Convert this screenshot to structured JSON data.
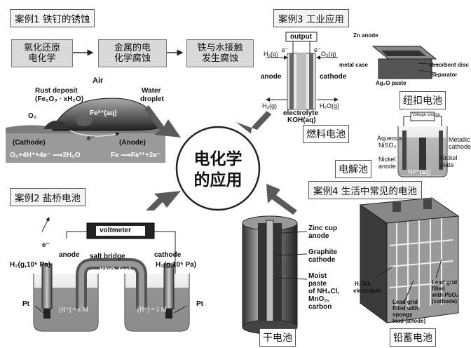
{
  "center": {
    "line1": "电化学",
    "line2": "的应用"
  },
  "case1": {
    "title": "案例1 铁钉的锈蚀",
    "flow": [
      "氧化还原\n电化学",
      "金属的电\n化学腐蚀",
      "铁与水接触\n发生腐蚀"
    ],
    "labels": {
      "air": "Air",
      "rust": "Rust deposit",
      "rust_formula": "(Fe₂O₃ · xH₂O)",
      "water": "Water",
      "droplet": "droplet",
      "fe_ion": "Fe²⁺(aq)",
      "o2": "O₂",
      "electron": "e⁻",
      "cathode": "(Cathode)",
      "anode": "(Anode)",
      "eq_left": "O₂+4H⁺+4e⁻ ⟶2H₂O",
      "eq_right": "Fe ⟶Fe²⁺+2e⁻"
    }
  },
  "case2": {
    "title": "案例2 盐桥电池",
    "labels": {
      "voltmeter": "voltmeter",
      "electron": "e⁻",
      "anode": "anode",
      "cathode": "cathode",
      "salt_bridge": "salt bridge",
      "kno3": "KNO₃(aq)",
      "h2_left": "H₂(g,10⁵ Pa)",
      "h2_right": "H₂(g,10⁵ Pa)",
      "pt_left": "Pt",
      "pt_right": "Pt",
      "conc_left": "[H⁺] = x M",
      "conc_right": "[H⁺] = 1 M"
    }
  },
  "case3": {
    "title": "案例3 工业应用",
    "fuel_caption": "燃料电池",
    "button_caption": "纽扣电池",
    "electro_caption": "电解池",
    "fuel_labels": {
      "output": "output",
      "e_left": "e⁻",
      "e_right": "e⁻",
      "h2_in": "H₂(g)",
      "o2_in": "O₂(g)",
      "anode": "anode",
      "cathode": "cathode",
      "h2o_out": "H₂O(g)",
      "h2_out": "H₂(g)",
      "electrolyte": "electrolyte",
      "koh": "KOH(aq)"
    },
    "button_labels": {
      "zn_anode": "Zn anode",
      "metal_case": "metal case",
      "absorbent": "absorbent disc",
      "separator": "separator",
      "ag2o": "Ag₂O paste"
    },
    "electro_labels": {
      "voltage": "Voltage source",
      "aqueous": "Aqueous",
      "niso4": "NiSO₄",
      "metallic": "Metallic",
      "cathode": "cathode",
      "nickel": "Nickel",
      "anode": "anode",
      "nickel2": "Nickel",
      "plate": "plate",
      "ni_ion": "Ni²⁺(aq)"
    }
  },
  "case4": {
    "title": "案例4 生活中常见的电池",
    "dry_caption": "干电池",
    "lead_caption": "铅蓄电池",
    "dry_labels": {
      "zinc": "Zinc cup",
      "zinc2": "anode",
      "graphite": "Graphite",
      "graphite2": "cathode",
      "moist1": "Moist",
      "moist2": "paste",
      "moist3": "of NH₄Cl,",
      "moist4": "MnO₂,",
      "moist5": "carbon"
    },
    "lead_labels": {
      "h2so4": "H₂SO₄",
      "electrolyte": "electrolyte",
      "grid1": "Lead grid",
      "grid2": "filled with",
      "grid3": "spongy",
      "grid4": "lead (anode)",
      "pgrid1": "Lead grid",
      "pgrid2": "filled",
      "pgrid3": "with PbO₂",
      "pgrid4": "(cathode)"
    }
  }
}
